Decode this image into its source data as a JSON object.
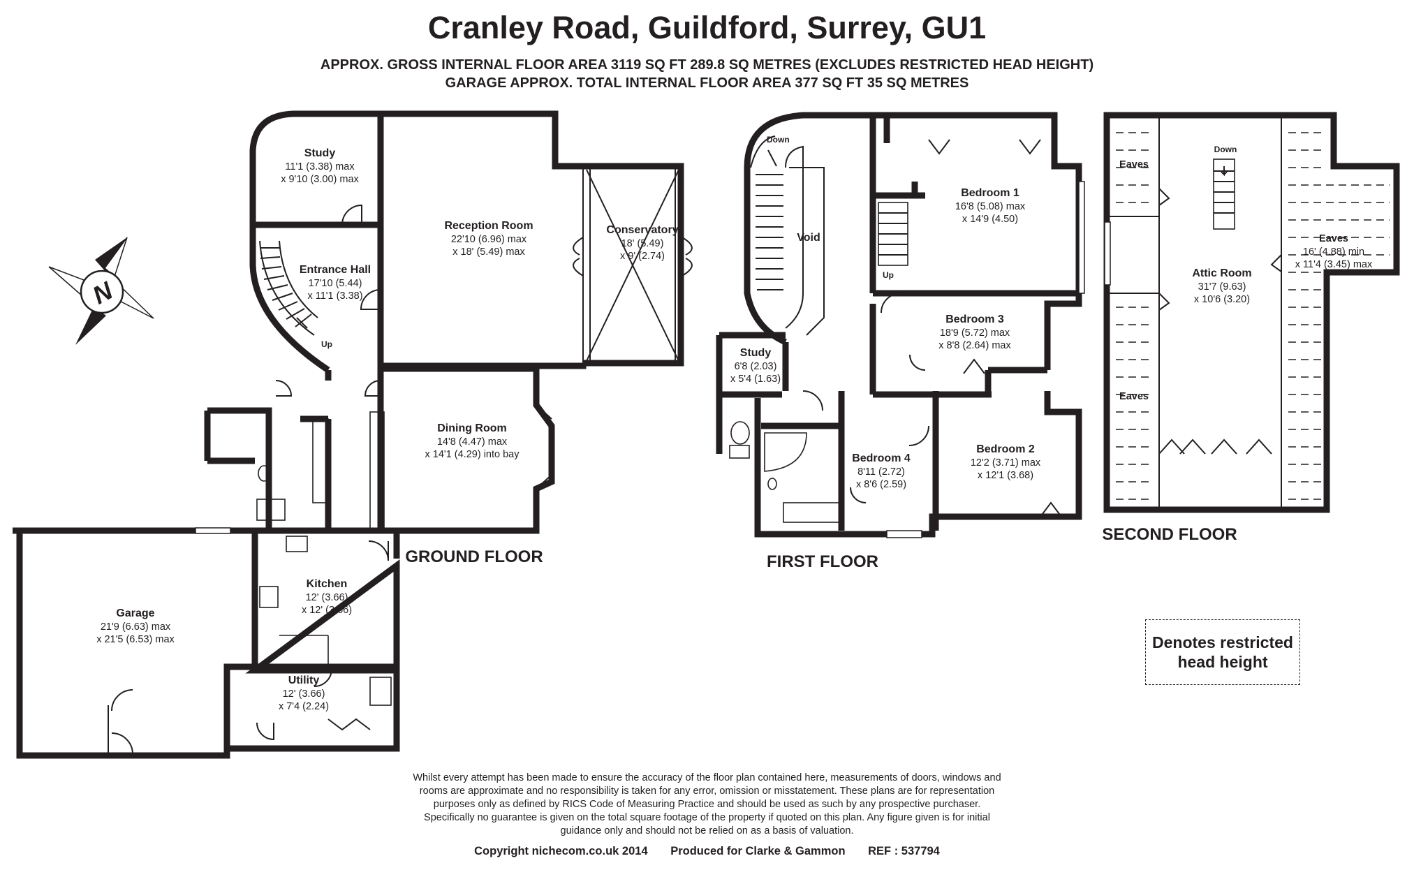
{
  "header": {
    "title": "Cranley Road, Guildford, Surrey, GU1",
    "area_line_1": "APPROX. GROSS INTERNAL FLOOR AREA 3119 SQ FT 289.8 SQ METRES (EXCLUDES RESTRICTED HEAD HEIGHT)",
    "area_line_2": "GARAGE APPROX. TOTAL INTERNAL FLOOR AREA 377 SQ FT 35 SQ METRES"
  },
  "compass": {
    "letter": "N"
  },
  "floors": {
    "ground": {
      "label": "GROUND FLOOR",
      "rooms": [
        {
          "name": "Study",
          "dim1": "11'1 (3.38) max",
          "dim2": "x 9'10 (3.00) max"
        },
        {
          "name": "Entrance Hall",
          "dim1": "17'10 (5.44)",
          "dim2": "x 11'1 (3.38)"
        },
        {
          "name": "Reception Room",
          "dim1": "22'10 (6.96) max",
          "dim2": "x 18' (5.49) max"
        },
        {
          "name": "Conservatory",
          "dim1": "18' (5.49)",
          "dim2": "x 9' (2.74)"
        },
        {
          "name": "Dining Room",
          "dim1": "14'8 (4.47) max",
          "dim2": "x 14'1 (4.29) into bay"
        },
        {
          "name": "Kitchen",
          "dim1": "12' (3.66)",
          "dim2": "x 12' (3.66)"
        },
        {
          "name": "Garage",
          "dim1": "21'9 (6.63) max",
          "dim2": "x 21'5 (6.53) max"
        },
        {
          "name": "Utility",
          "dim1": "12' (3.66)",
          "dim2": "x 7'4 (2.24)"
        }
      ],
      "stair_label": "Up"
    },
    "first": {
      "label": "FIRST FLOOR",
      "rooms": [
        {
          "name": "Bedroom 1",
          "dim1": "16'8 (5.08) max",
          "dim2": "x 14'9 (4.50)"
        },
        {
          "name": "Bedroom 3",
          "dim1": "18'9 (5.72) max",
          "dim2": "x 8'8 (2.64) max"
        },
        {
          "name": "Study",
          "dim1": "6'8 (2.03)",
          "dim2": "x 5'4 (1.63)"
        },
        {
          "name": "Bedroom 4",
          "dim1": "8'11 (2.72)",
          "dim2": "x 8'6 (2.59)"
        },
        {
          "name": "Bedroom 2",
          "dim1": "12'2 (3.71) max",
          "dim2": "x 12'1 (3.68)"
        }
      ],
      "void_label": "Void",
      "down_label": "Down",
      "up_label": "Up"
    },
    "second": {
      "label": "SECOND FLOOR",
      "rooms": [
        {
          "name": "Attic Room",
          "dim1": "31'7 (9.63)",
          "dim2": "x 10'6 (3.20)"
        }
      ],
      "eaves_label": "Eaves",
      "eaves_right_dim1": "16' (4.88) min",
      "eaves_right_dim2": "x 11'4 (3.45) max",
      "down_label": "Down"
    }
  },
  "legend": {
    "line1": "Denotes restricted",
    "line2": "head height"
  },
  "disclaimer": [
    "Whilst every attempt has been made to ensure the accuracy of the floor plan contained here, measurements of doors, windows and",
    "rooms are approximate and no responsibility is taken for any error, omission or misstatement. These plans are for representation",
    "purposes only as defined by RICS Code of Measuring Practice and should be used as such by any prospective purchaser.",
    "Specifically no guarantee is given on the total square footage of the property if quoted on this plan. Any figure given is for initial",
    "guidance only and should not be relied on as a basis of valuation."
  ],
  "footer": {
    "copyright": "Copyright nichecom.co.uk 2014",
    "produced_for": "Produced for Clarke & Gammon",
    "ref": "REF :  537794"
  }
}
